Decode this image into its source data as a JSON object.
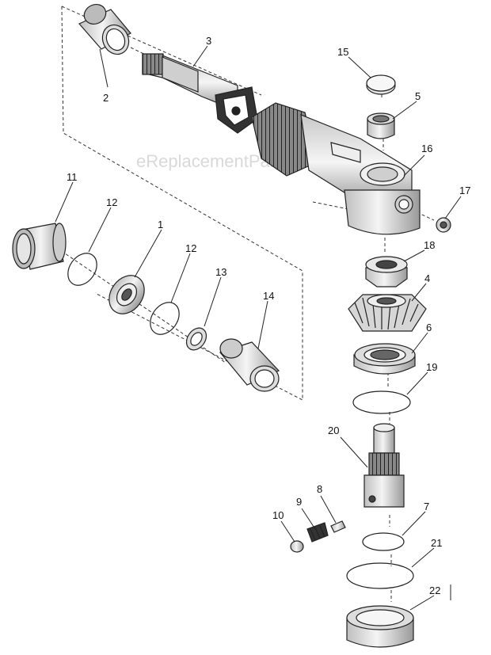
{
  "watermark": "eReplacementParts.com",
  "part_labels": {
    "p1": "1",
    "p2": "2",
    "p3": "3",
    "p4": "4",
    "p5": "5",
    "p6": "6",
    "p7": "7",
    "p8": "8",
    "p9": "9",
    "p10": "10",
    "p11": "11",
    "p12a": "12",
    "p12b": "12",
    "p13": "13",
    "p14": "14",
    "p15": "15",
    "p16": "16",
    "p17": "17",
    "p18": "18",
    "p19": "19",
    "p20": "20",
    "p21": "21",
    "p22": "22"
  }
}
